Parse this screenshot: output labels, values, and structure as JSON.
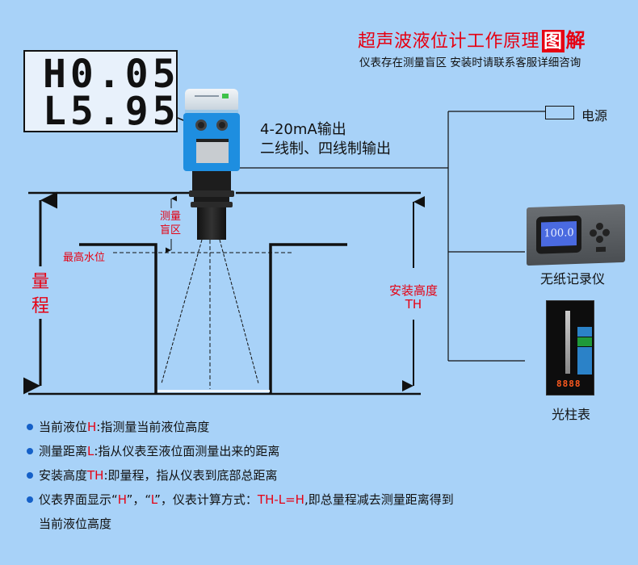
{
  "header": {
    "title": "超声波液位计工作原理",
    "title_badge": "图",
    "title_suffix": "解",
    "subtitle": "仪表存在测量盲区  安装时请联系客服详细咨询"
  },
  "lcd_display": {
    "line1": "H0.05",
    "line2": "L5.95"
  },
  "output_info": {
    "line1": "4-20mA输出",
    "line2": "二线制、四线制输出"
  },
  "diagram_labels": {
    "range_char1": "量",
    "range_char2": "程",
    "blind_zone_line1": "测量",
    "blind_zone_line2": "盲区",
    "max_level": "最高水位",
    "install_height": "安装高度",
    "install_height_abbr": "TH"
  },
  "devices": {
    "power": "电源",
    "recorder": "无纸记录仪",
    "recorder_screen_value": "100.0",
    "bar_meter": "光柱表",
    "bar_meter_digits": "8888"
  },
  "notes": [
    {
      "pre": "当前液位",
      "hl": "H",
      "post": ":指测量当前液位高度"
    },
    {
      "pre": "测量距离",
      "hl": "L",
      "post": ":指从仪表至液位面测量出来的距离"
    },
    {
      "pre": "安装高度",
      "hl": "TH",
      "post": ":即量程，指从仪表到底部总距离"
    },
    {
      "pre": "仪表界面显示“",
      "hl": "H",
      "mid1": "”，“",
      "hl2": "L",
      "mid2": "”，仪表计算方式：",
      "hl3": "TH-L=H",
      "post": ",即总量程减去测量距离得到",
      "cont": "当前液位高度"
    }
  ],
  "colors": {
    "background": "#a8d2f8",
    "accent_red": "#e60012",
    "bullet_blue": "#1560c8",
    "sensor_blue": "#1e8ee0"
  }
}
